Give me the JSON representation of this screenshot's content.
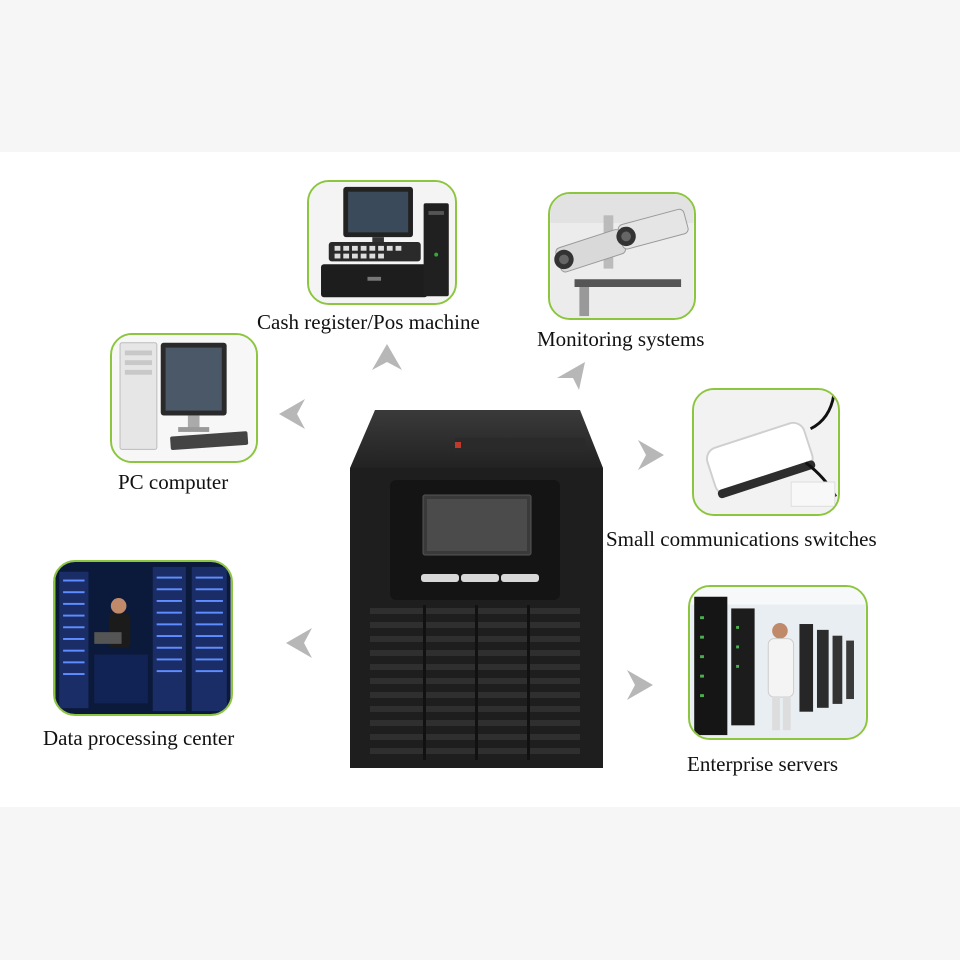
{
  "colors": {
    "card_border": "#8cc63f",
    "arrow": "#b7b7b7",
    "ups_body": "#1e1e1e"
  },
  "center_device": {
    "icon": "ups-tower-icon"
  },
  "applications": [
    {
      "label": "Cash register/Pos machine",
      "icon": "pos-machine-icon"
    },
    {
      "label": "Monitoring systems",
      "icon": "cctv-camera-icon"
    },
    {
      "label": "PC computer",
      "icon": "pc-computer-icon"
    },
    {
      "label": "Small communications switches",
      "icon": "network-switch-icon"
    },
    {
      "label": "Data processing center",
      "icon": "data-center-icon"
    },
    {
      "label": "Enterprise servers",
      "icon": "server-room-icon"
    }
  ]
}
